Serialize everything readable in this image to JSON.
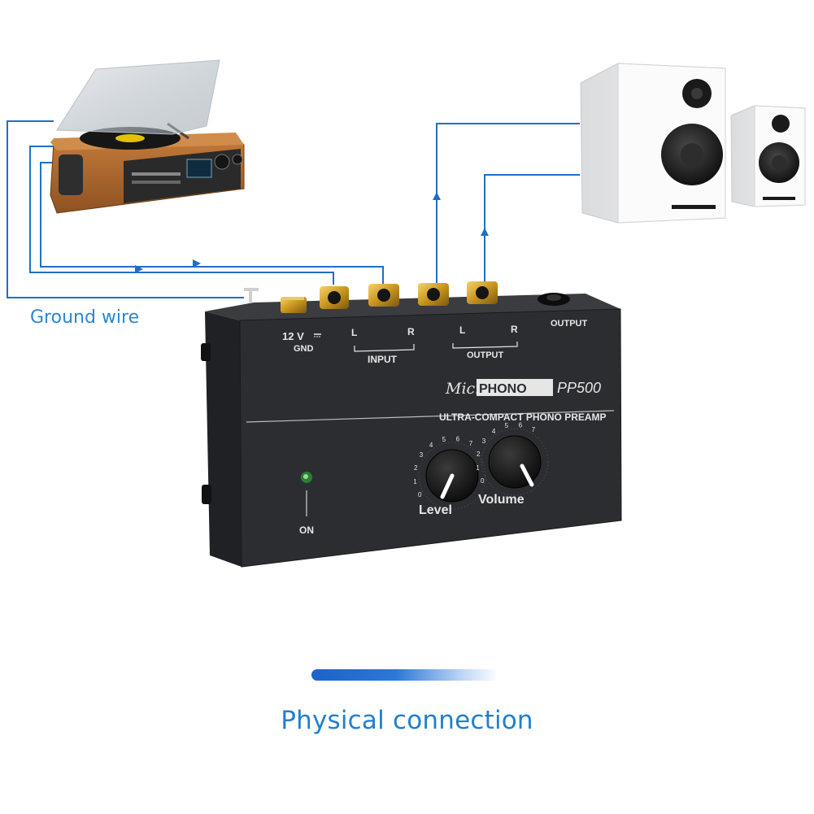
{
  "caption": "Physical connection",
  "ground_wire_label": "Ground wire",
  "colors": {
    "accent": "#1f7fd0",
    "wire": "#1f6fc6",
    "preamp_body": "#2b2d31",
    "turntable_wood": "#b26a2e"
  },
  "preamp": {
    "brand_script": "Micro",
    "brand_box": "PHONO",
    "model": "PP500",
    "subtitle": "ULTRA-COMPACT PHONO PREAMP",
    "power_label": "12 V",
    "gnd_label": "GND",
    "input_label": "INPUT",
    "output_label": "OUTPUT",
    "output_jack_label": "OUTPUT",
    "left_channel": "L",
    "right_channel": "R",
    "level_label": "Level",
    "volume_label": "Volume",
    "on_label": "ON",
    "dial_ticks": [
      "0",
      "1",
      "2",
      "3",
      "4",
      "5",
      "6",
      "7"
    ]
  }
}
